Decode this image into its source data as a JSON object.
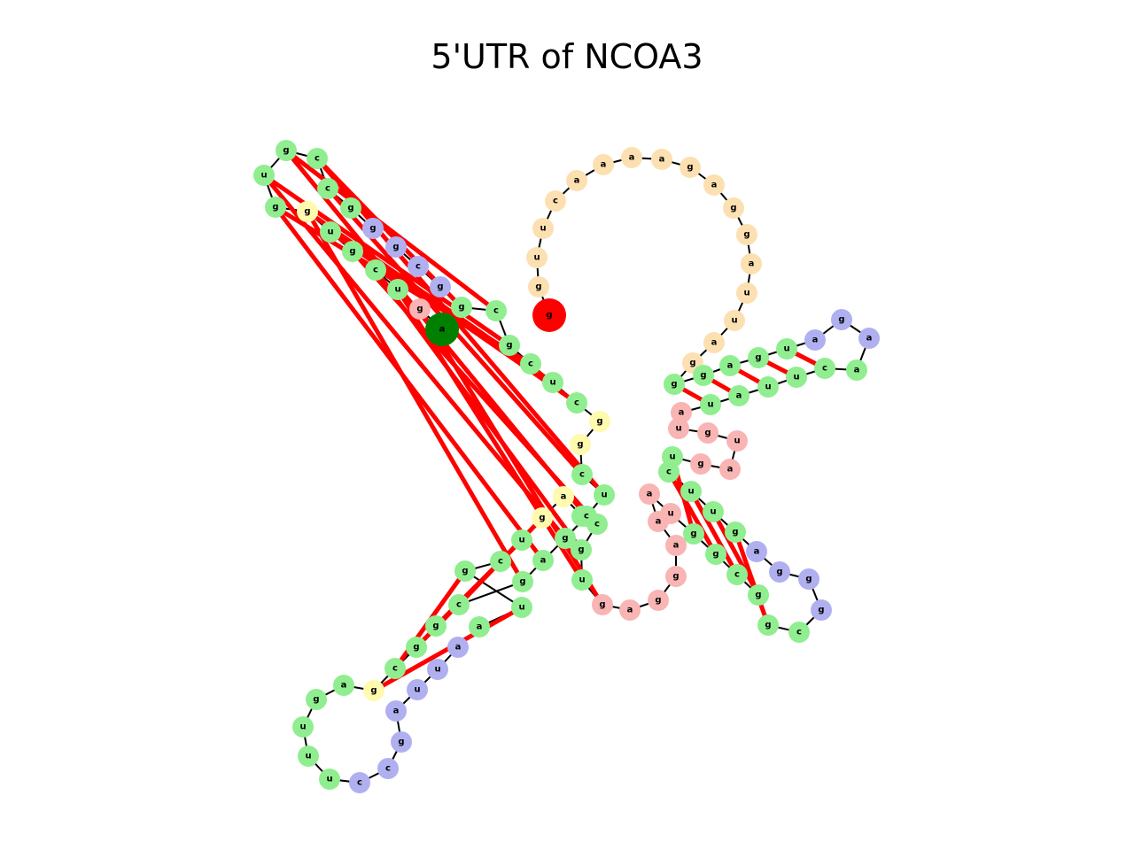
{
  "title": "5'UTR of NCOA3",
  "colors": {
    "stem": "#90ee90",
    "hairpin_loop": "#b0b0f0",
    "interior_loop": "#fffaad",
    "multi_loop": "#f9b4b4",
    "external": "#fce0b2",
    "start_5prime": "#ff0000",
    "end_3prime": "#008000",
    "pair_bond": "#ff0000",
    "backbone": "#000000"
  },
  "nucleotides": [
    {
      "b": "g",
      "t": "start"
    },
    {
      "b": "g",
      "t": "e"
    },
    {
      "b": "u",
      "t": "e"
    },
    {
      "b": "u",
      "t": "e"
    },
    {
      "b": "c",
      "t": "e"
    },
    {
      "b": "a",
      "t": "e"
    },
    {
      "b": "a",
      "t": "e"
    },
    {
      "b": "a",
      "t": "e"
    },
    {
      "b": "a",
      "t": "e"
    },
    {
      "b": "g",
      "t": "e"
    },
    {
      "b": "a",
      "t": "e"
    },
    {
      "b": "g",
      "t": "e"
    },
    {
      "b": "g",
      "t": "e"
    },
    {
      "b": "a",
      "t": "e"
    },
    {
      "b": "u",
      "t": "e"
    },
    {
      "b": "u",
      "t": "e"
    },
    {
      "b": "a",
      "t": "e"
    },
    {
      "b": "g",
      "t": "e"
    },
    {
      "b": "g",
      "t": "s"
    },
    {
      "b": "g",
      "t": "s"
    },
    {
      "b": "a",
      "t": "s"
    },
    {
      "b": "g",
      "t": "s"
    },
    {
      "b": "u",
      "t": "s"
    },
    {
      "b": "a",
      "t": "h"
    },
    {
      "b": "g",
      "t": "h"
    },
    {
      "b": "a",
      "t": "h"
    },
    {
      "b": "a",
      "t": "s"
    },
    {
      "b": "c",
      "t": "s"
    },
    {
      "b": "u",
      "t": "s"
    },
    {
      "b": "u",
      "t": "s"
    },
    {
      "b": "a",
      "t": "s"
    },
    {
      "b": "u",
      "t": "s"
    },
    {
      "b": "a",
      "t": "m"
    },
    {
      "b": "u",
      "t": "m"
    },
    {
      "b": "g",
      "t": "m"
    },
    {
      "b": "u",
      "t": "m"
    },
    {
      "b": "a",
      "t": "m"
    },
    {
      "b": "g",
      "t": "m"
    },
    {
      "b": "u",
      "t": "s"
    },
    {
      "b": "c",
      "t": "s"
    },
    {
      "b": "u",
      "t": "s"
    },
    {
      "b": "u",
      "t": "s"
    },
    {
      "b": "g",
      "t": "s"
    },
    {
      "b": "a",
      "t": "h"
    },
    {
      "b": "g",
      "t": "h"
    },
    {
      "b": "g",
      "t": "h"
    },
    {
      "b": "g",
      "t": "h"
    },
    {
      "b": "c",
      "t": "s"
    },
    {
      "b": "g",
      "t": "s"
    },
    {
      "b": "g",
      "t": "s"
    },
    {
      "b": "c",
      "t": "s"
    },
    {
      "b": "g",
      "t": "s"
    },
    {
      "b": "g",
      "t": "s"
    },
    {
      "b": "u",
      "t": "m"
    },
    {
      "b": "a",
      "t": "m"
    },
    {
      "b": "a",
      "t": "m"
    },
    {
      "b": "a",
      "t": "m"
    },
    {
      "b": "g",
      "t": "m"
    },
    {
      "b": "g",
      "t": "m"
    },
    {
      "b": "a",
      "t": "m"
    },
    {
      "b": "g",
      "t": "m"
    },
    {
      "b": "u",
      "t": "s"
    },
    {
      "b": "g",
      "t": "s"
    },
    {
      "b": "c",
      "t": "s"
    },
    {
      "b": "g",
      "t": "s"
    },
    {
      "b": "a",
      "t": "i"
    },
    {
      "b": "g",
      "t": "i"
    },
    {
      "b": "u",
      "t": "s"
    },
    {
      "b": "c",
      "t": "s"
    },
    {
      "b": "g",
      "t": "s"
    },
    {
      "b": "u",
      "t": "s"
    },
    {
      "b": "a",
      "t": "s"
    },
    {
      "b": "a",
      "t": "h"
    },
    {
      "b": "u",
      "t": "h"
    },
    {
      "b": "u",
      "t": "h"
    },
    {
      "b": "a",
      "t": "h"
    },
    {
      "b": "g",
      "t": "h"
    },
    {
      "b": "c",
      "t": "h"
    },
    {
      "b": "c",
      "t": "h"
    },
    {
      "b": "u",
      "t": "s"
    },
    {
      "b": "u",
      "t": "s"
    },
    {
      "b": "u",
      "t": "s"
    },
    {
      "b": "g",
      "t": "s"
    },
    {
      "b": "a",
      "t": "s"
    },
    {
      "b": "g",
      "t": "i"
    },
    {
      "b": "c",
      "t": "s"
    },
    {
      "b": "g",
      "t": "s"
    },
    {
      "b": "g",
      "t": "s"
    },
    {
      "b": "c",
      "t": "s"
    },
    {
      "b": "g",
      "t": "s"
    },
    {
      "b": "a",
      "t": "s"
    },
    {
      "b": "g",
      "t": "s"
    },
    {
      "b": "c",
      "t": "s"
    },
    {
      "b": "u",
      "t": "s"
    },
    {
      "b": "c",
      "t": "s"
    },
    {
      "b": "g",
      "t": "i"
    },
    {
      "b": "g",
      "t": "i"
    },
    {
      "b": "c",
      "t": "s"
    },
    {
      "b": "u",
      "t": "s"
    },
    {
      "b": "c",
      "t": "s"
    },
    {
      "b": "g",
      "t": "s"
    },
    {
      "b": "c",
      "t": "s"
    },
    {
      "b": "g",
      "t": "s"
    },
    {
      "b": "g",
      "t": "h"
    },
    {
      "b": "c",
      "t": "h"
    },
    {
      "b": "g",
      "t": "h"
    },
    {
      "b": "g",
      "t": "h"
    },
    {
      "b": "g",
      "t": "s"
    },
    {
      "b": "c",
      "t": "s"
    },
    {
      "b": "c",
      "t": "s"
    },
    {
      "b": "g",
      "t": "s"
    },
    {
      "b": "u",
      "t": "s"
    },
    {
      "b": "g",
      "t": "s"
    },
    {
      "b": "g",
      "t": "i"
    },
    {
      "b": "u",
      "t": "s"
    },
    {
      "b": "g",
      "t": "s"
    },
    {
      "b": "c",
      "t": "s"
    },
    {
      "b": "u",
      "t": "s"
    },
    {
      "b": "g",
      "t": "m"
    },
    {
      "b": "a",
      "t": "end"
    }
  ],
  "pairs": [
    [
      18,
      31
    ],
    [
      19,
      30
    ],
    [
      20,
      29
    ],
    [
      21,
      28
    ],
    [
      22,
      27
    ],
    [
      38,
      52
    ],
    [
      39,
      51
    ],
    [
      40,
      50
    ],
    [
      41,
      49
    ],
    [
      42,
      48
    ],
    [
      60,
      118
    ],
    [
      61,
      117
    ],
    [
      62,
      116
    ],
    [
      63,
      115
    ],
    [
      66,
      88
    ],
    [
      67,
      87
    ],
    [
      68,
      86
    ],
    [
      69,
      85
    ],
    [
      70,
      84
    ],
    [
      89,
      113
    ],
    [
      90,
      112
    ],
    [
      91,
      111
    ],
    [
      92,
      110
    ],
    [
      93,
      109
    ],
    [
      94,
      108
    ],
    [
      97,
      114
    ],
    [
      98,
      113
    ],
    [
      99,
      112
    ],
    [
      100,
      111
    ],
    [
      101,
      110
    ],
    [
      102,
      109
    ]
  ]
}
